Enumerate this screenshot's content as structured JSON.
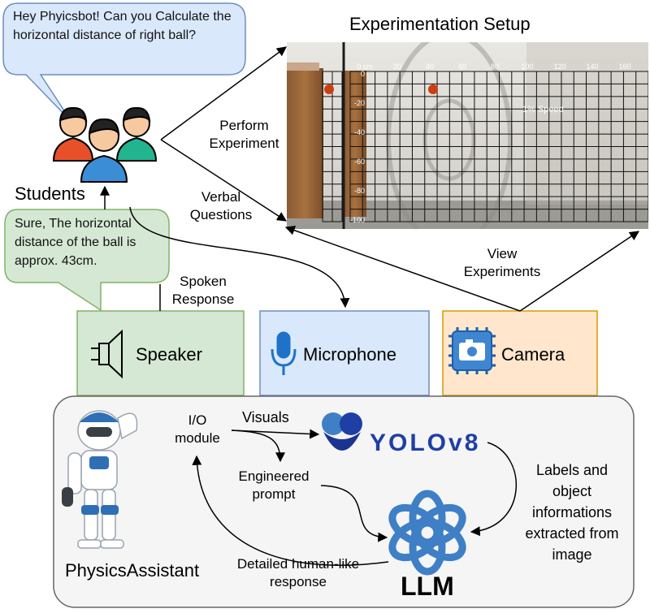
{
  "setup": {
    "title": "Experimentation Setup",
    "speed_caption": "1% Speed",
    "ruler_top": [
      "0 cm",
      "20",
      "40",
      "60",
      "80",
      "100",
      "120",
      "140",
      "160"
    ],
    "ruler_left": [
      "0",
      "-20",
      "-40",
      "-60",
      "-80",
      "-100"
    ]
  },
  "bubbles": {
    "question": "Hey Phyicsbot! Can you Calculate the horizontal distance of right ball?",
    "answer": "Sure, The horizontal distance of the ball is approx. 43cm."
  },
  "students": {
    "label": "Students"
  },
  "edge_labels": {
    "perform_experiment": "Perform Experiment",
    "verbal_questions": "Verbal Questions",
    "spoken_response": "Spoken Response",
    "view_experiments": "View Experiments",
    "visuals": "Visuals",
    "engineered_prompt": "Engineered prompt",
    "labels_info": "Labels and object informations extracted from image",
    "detailed_response": "Detailed human-like response"
  },
  "devices": {
    "speaker": "Speaker",
    "microphone": "Microphone",
    "camera": "Camera"
  },
  "assistant": {
    "io_module": "I/O module",
    "yolo_text": "YOLOv8",
    "llm": "LLM",
    "name": "PhysicsAssistant"
  },
  "colors": {
    "speaker_fill": "#d5e8d4",
    "speaker_stroke": "#82b366",
    "mic_fill": "#dae8fc",
    "mic_stroke": "#6c8ebf",
    "camera_fill": "#ffe6cc",
    "camera_stroke": "#d79b00",
    "assistant_fill": "#f5f5f5",
    "assistant_stroke": "#666666",
    "yolo_blue": "#1f3fa6",
    "llm_blue": "#3f7fc6"
  }
}
